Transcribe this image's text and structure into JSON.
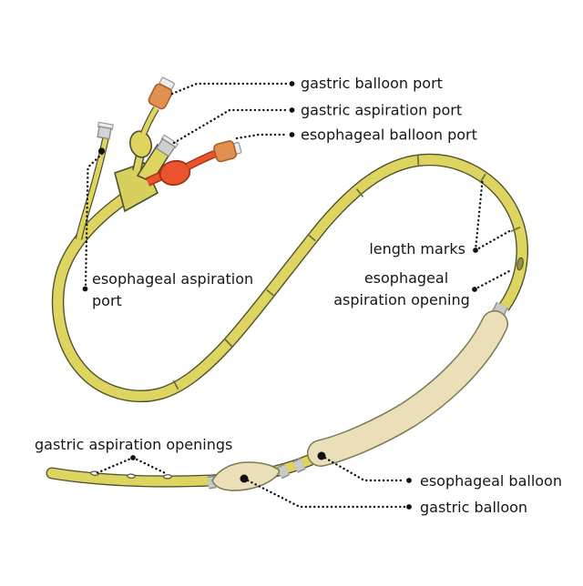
{
  "diagram": {
    "subject": "balloon tamponade tube diagram",
    "labels": {
      "gastric_balloon_port": "gastric balloon port",
      "gastric_aspiration_port": "gastric aspiration port",
      "esophageal_balloon_port": "esophageal balloon port",
      "esophageal_aspiration_port": {
        "line1": "esophageal aspiration",
        "line2": "port"
      },
      "length_marks": "length marks",
      "esophageal_aspiration_opening": {
        "line1": "esophageal",
        "line2": "aspiration opening"
      },
      "gastric_aspiration_openings": "gastric aspiration openings",
      "esophageal_balloon": "esophageal balloon",
      "gastric_balloon": "gastric balloon"
    },
    "colors": {
      "background": "#ffffff",
      "tube_fill": "#ddd55f",
      "tube_outline": "#4f4f2e",
      "length_mark": "#6f6f38",
      "balloon_fill": "#eadfb9",
      "balloon_outline": "#7b7b52",
      "band_fill": "#c9c9c9",
      "band_outline": "#8f8f8f",
      "cap_orange_fill": "#e1904f",
      "cap_orange_outline": "#a4602a",
      "red_tube_fill": "#ea532d",
      "red_tube_outline": "#a03512",
      "gray_cap_fill": "#cfcfcf",
      "label_text": "#161616",
      "leader_line": "#111111"
    }
  }
}
